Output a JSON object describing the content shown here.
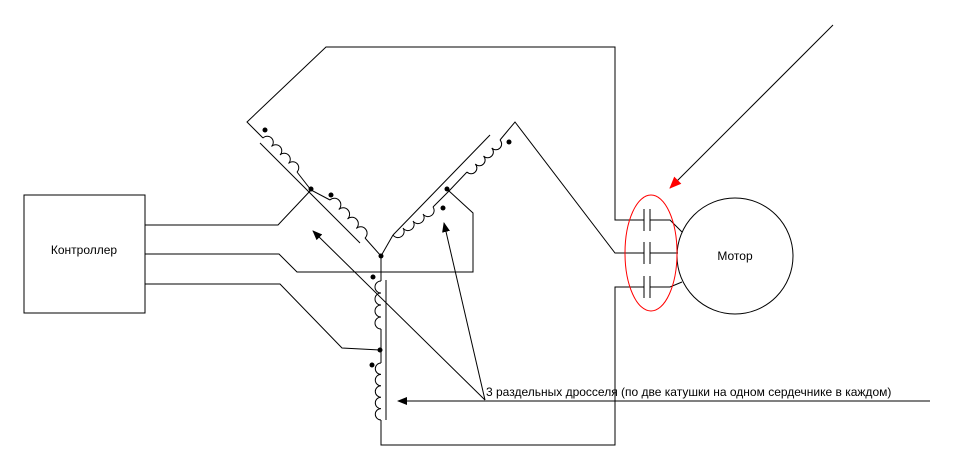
{
  "controller": {
    "label": "Контроллер"
  },
  "motor": {
    "label": "Мотор"
  },
  "annotation": {
    "label": "3 раздельных дросселя (по две катушки на одном сердечнике в каждом)"
  },
  "colors": {
    "highlight": "#ff0000",
    "line": "#000000"
  }
}
